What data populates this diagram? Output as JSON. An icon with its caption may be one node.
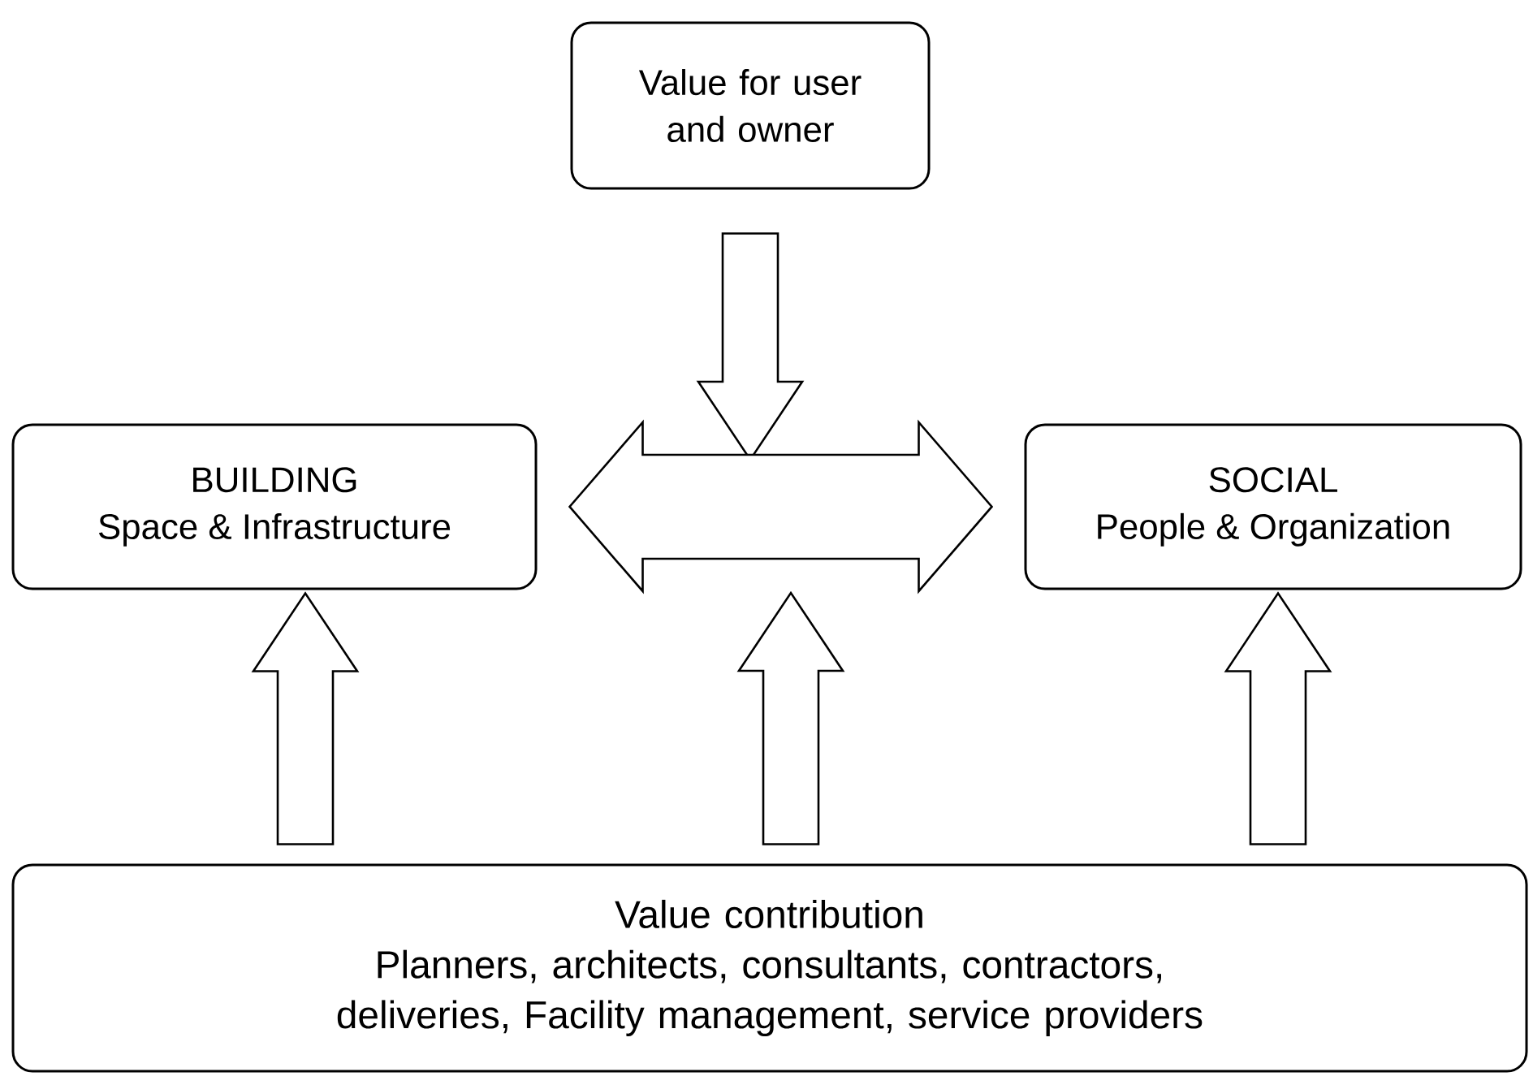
{
  "diagram": {
    "nodes": [
      {
        "text": [
          "Value for user and owner"
        ]
      },
      {
        "text": [
          "BUILDING",
          "Space & Infrastructure"
        ]
      },
      {
        "text": [
          "SOCIAL",
          "People & Organization"
        ]
      },
      {
        "text": [
          "Value contribution",
          "Planners, architects, consultants, contractors, deliveries, Facility management, service providers"
        ]
      }
    ],
    "edges": [
      {
        "from": 0,
        "to": null,
        "arrow": "to"
      },
      {
        "from": 1,
        "to": 2,
        "arrow": "both"
      },
      {
        "from": 3,
        "to": 1,
        "arrow": "to"
      },
      {
        "from": 3,
        "to": null,
        "arrow": "to"
      },
      {
        "from": 3,
        "to": 2,
        "arrow": "to"
      }
    ]
  }
}
